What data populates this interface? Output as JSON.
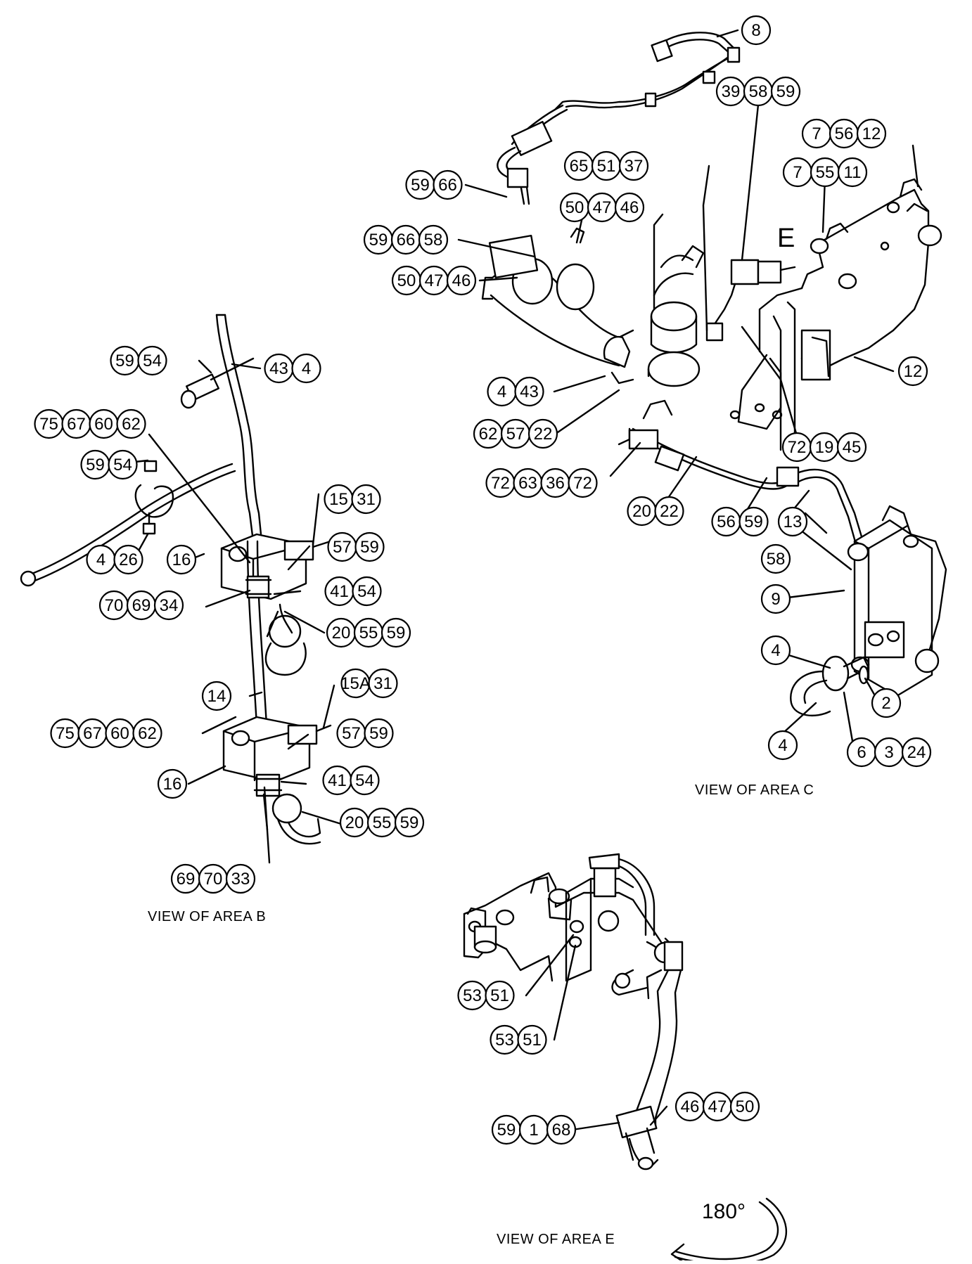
{
  "captions": {
    "view_b": "VIEW OF AREA  B",
    "view_c": "VIEW OF AREA  C",
    "view_e": "VIEW OF AREA  E",
    "area_letter": "E",
    "rotation": "180°"
  },
  "callouts": [
    {
      "id": "c8",
      "labels": [
        "8"
      ]
    },
    {
      "id": "c39",
      "labels": [
        "39",
        "58",
        "59"
      ]
    },
    {
      "id": "c7a",
      "labels": [
        "7",
        "56",
        "12"
      ]
    },
    {
      "id": "c65",
      "labels": [
        "65",
        "51",
        "37"
      ]
    },
    {
      "id": "c7b",
      "labels": [
        "7",
        "55",
        "11"
      ]
    },
    {
      "id": "c59a",
      "labels": [
        "59",
        "66"
      ]
    },
    {
      "id": "c50a",
      "labels": [
        "50",
        "47",
        "46"
      ]
    },
    {
      "id": "c59b",
      "labels": [
        "59",
        "66",
        "58"
      ]
    },
    {
      "id": "c50b",
      "labels": [
        "50",
        "47",
        "46"
      ]
    },
    {
      "id": "c12",
      "labels": [
        "12"
      ]
    },
    {
      "id": "c4a",
      "labels": [
        "4",
        "43"
      ]
    },
    {
      "id": "c72",
      "labels": [
        "72",
        "19",
        "45"
      ]
    },
    {
      "id": "c62",
      "labels": [
        "62",
        "57",
        "22"
      ]
    },
    {
      "id": "c21",
      "labels": [
        "72",
        "63",
        "36",
        "72"
      ]
    },
    {
      "id": "c20a",
      "labels": [
        "20",
        "22"
      ]
    },
    {
      "id": "c56",
      "labels": [
        "56",
        "59"
      ]
    },
    {
      "id": "c13",
      "labels": [
        "13"
      ]
    },
    {
      "id": "c58",
      "labels": [
        "58"
      ]
    },
    {
      "id": "c9",
      "labels": [
        "9"
      ]
    },
    {
      "id": "c4b",
      "labels": [
        "4"
      ]
    },
    {
      "id": "c2",
      "labels": [
        "2"
      ]
    },
    {
      "id": "c4c",
      "labels": [
        "4"
      ]
    },
    {
      "id": "c6",
      "labels": [
        "6",
        "3",
        "24"
      ]
    },
    {
      "id": "b59a",
      "labels": [
        "59",
        "54"
      ]
    },
    {
      "id": "b43",
      "labels": [
        "43",
        "4"
      ]
    },
    {
      "id": "b75a",
      "labels": [
        "75",
        "67",
        "60",
        "62"
      ]
    },
    {
      "id": "b59b",
      "labels": [
        "59",
        "54"
      ]
    },
    {
      "id": "b15",
      "labels": [
        "15",
        "31"
      ]
    },
    {
      "id": "b4",
      "labels": [
        "4",
        "26"
      ]
    },
    {
      "id": "b16a",
      "labels": [
        "16"
      ]
    },
    {
      "id": "b57a",
      "labels": [
        "57",
        "59"
      ]
    },
    {
      "id": "b70",
      "labels": [
        "70",
        "69",
        "34"
      ]
    },
    {
      "id": "b41a",
      "labels": [
        "41",
        "54"
      ]
    },
    {
      "id": "b20a",
      "labels": [
        "20",
        "55",
        "59"
      ]
    },
    {
      "id": "b14",
      "labels": [
        "14"
      ]
    },
    {
      "id": "b15a",
      "labels": [
        "15A",
        "31"
      ]
    },
    {
      "id": "b75b",
      "labels": [
        "75",
        "67",
        "60",
        "62"
      ]
    },
    {
      "id": "b57b",
      "labels": [
        "57",
        "59"
      ]
    },
    {
      "id": "b16b",
      "labels": [
        "16"
      ]
    },
    {
      "id": "b41b",
      "labels": [
        "41",
        "54"
      ]
    },
    {
      "id": "b20b",
      "labels": [
        "20",
        "55",
        "59"
      ]
    },
    {
      "id": "b69",
      "labels": [
        "69",
        "70",
        "33"
      ]
    },
    {
      "id": "e53a",
      "labels": [
        "53",
        "51"
      ]
    },
    {
      "id": "e53b",
      "labels": [
        "53",
        "51"
      ]
    },
    {
      "id": "e59",
      "labels": [
        "59",
        "1",
        "68"
      ]
    },
    {
      "id": "e46",
      "labels": [
        "46",
        "47",
        "50"
      ]
    }
  ]
}
